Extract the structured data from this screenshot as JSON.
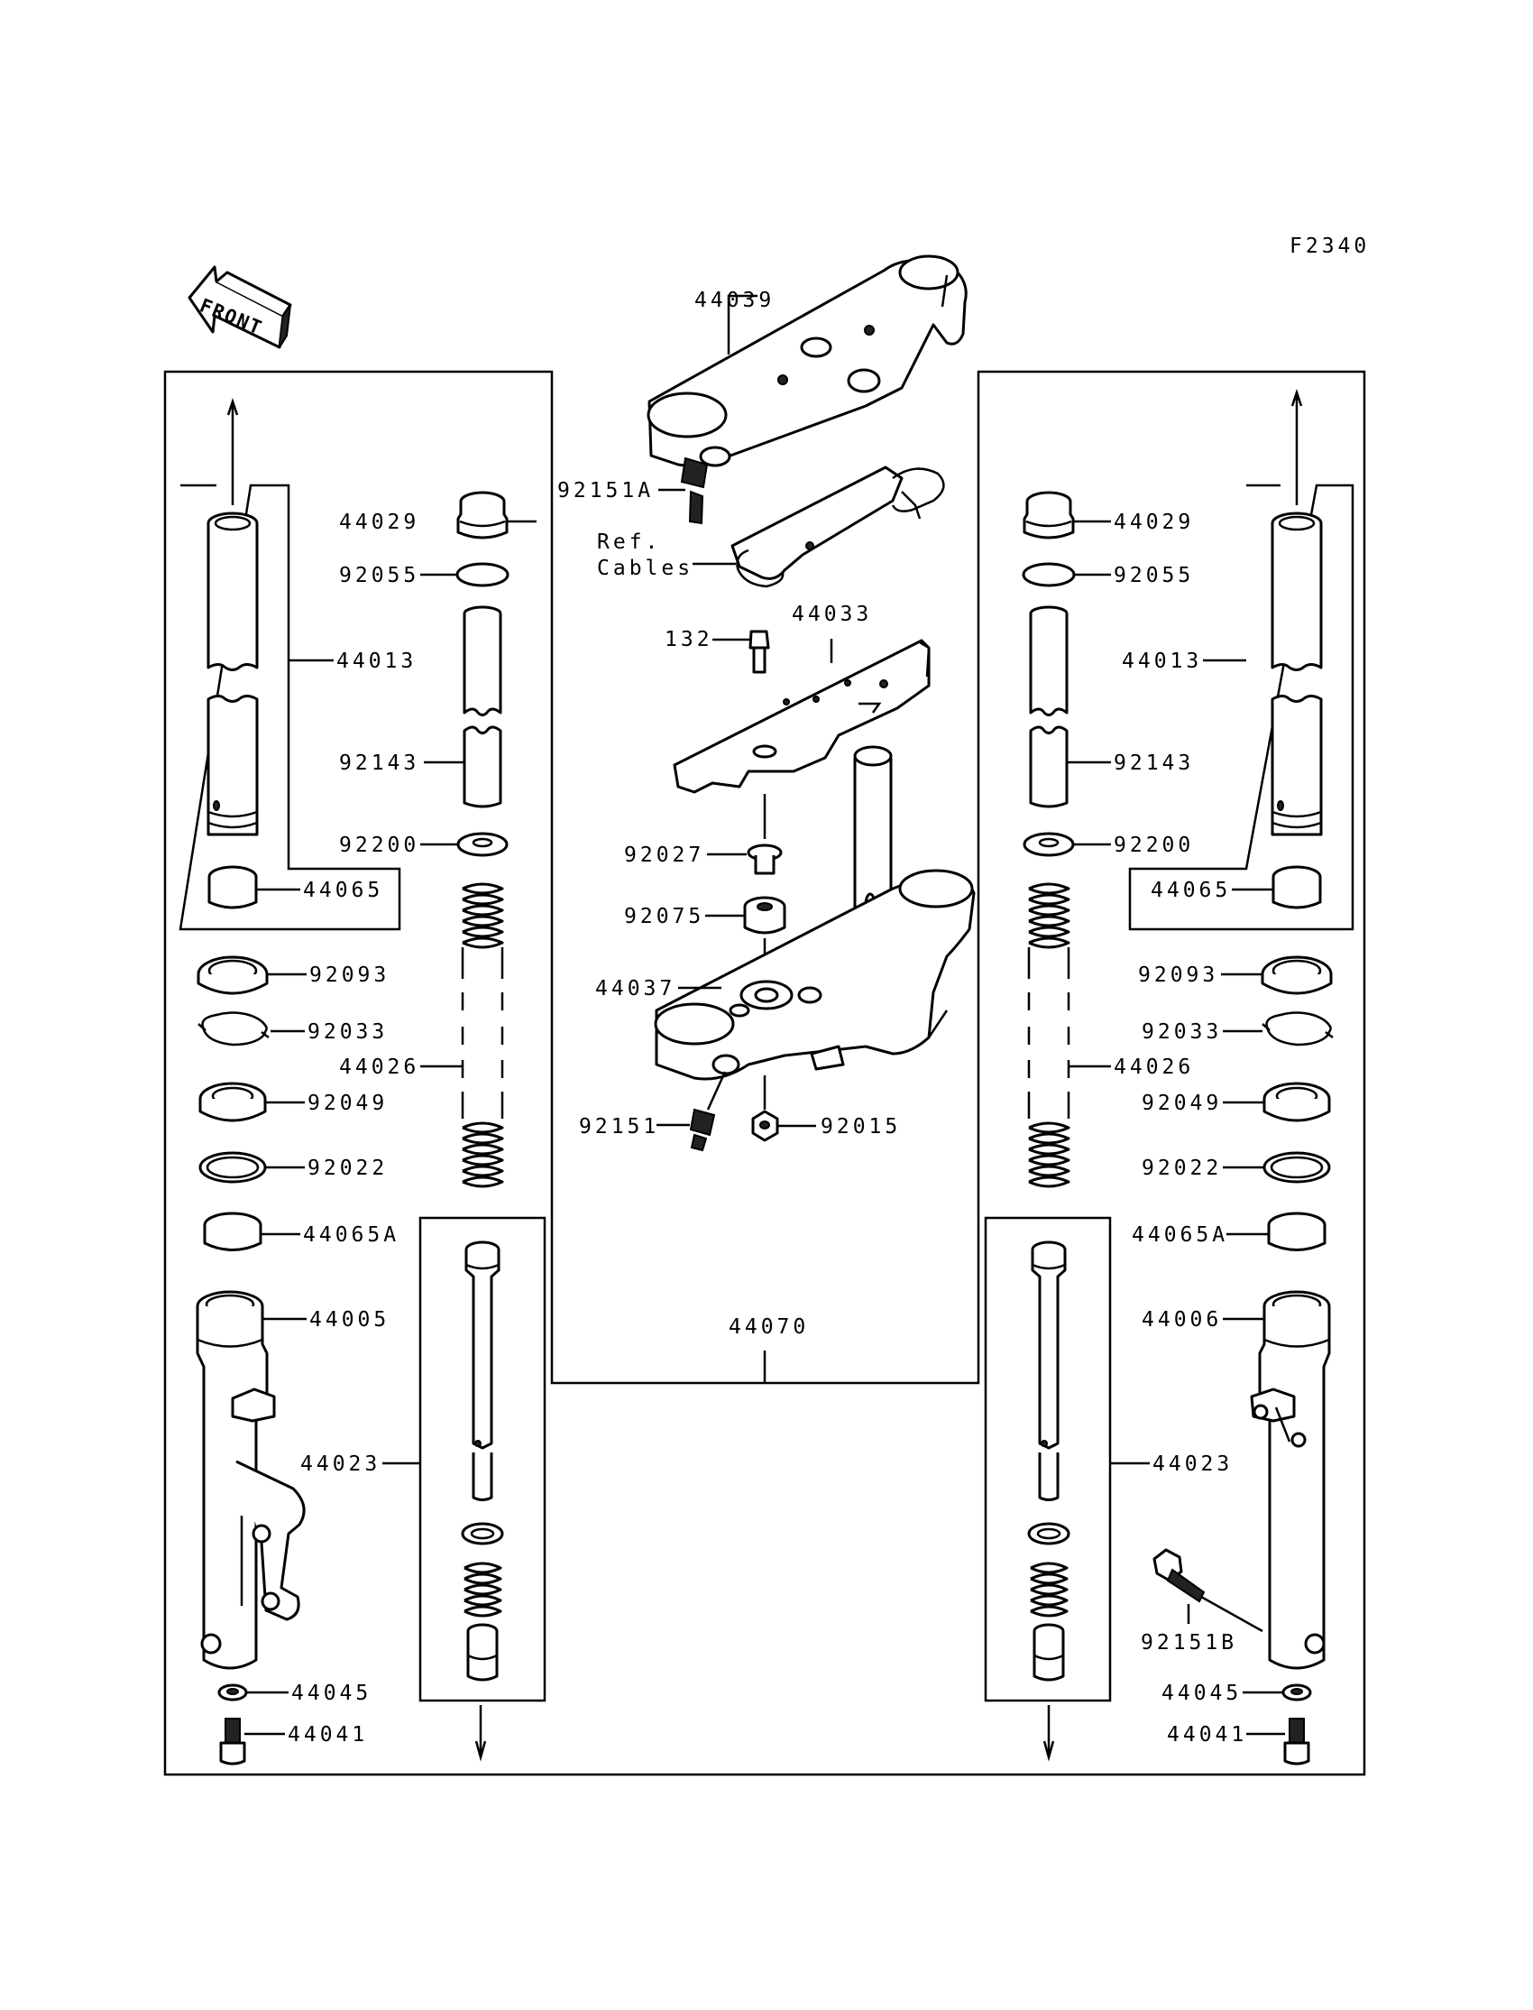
{
  "figure_code": "F2340",
  "front_label": "FRONT",
  "ref_note": [
    "Ref.",
    "Cables"
  ],
  "parts": {
    "p44039": "44039",
    "p92151A": "92151A",
    "p44033": "44033",
    "p132": "132",
    "p92027": "92027",
    "p92075": "92075",
    "p44037": "44037",
    "p92151": "92151",
    "p92015": "92015",
    "p44070": "44070",
    "L44029": "44029",
    "L92055": "92055",
    "L44013": "44013",
    "L92143": "92143",
    "L92200": "92200",
    "L44065": "44065",
    "L92093": "92093",
    "L92033": "92033",
    "L44026": "44026",
    "L92049": "92049",
    "L92022": "92022",
    "L44065A": "44065A",
    "L44005": "44005",
    "L44023": "44023",
    "L44045": "44045",
    "L44041": "44041",
    "R44029": "44029",
    "R92055": "92055",
    "R44013": "44013",
    "R92143": "92143",
    "R92200": "92200",
    "R44065": "44065",
    "R92093": "92093",
    "R92033": "92033",
    "R44026": "44026",
    "R92049": "92049",
    "R92022": "92022",
    "R44065A": "44065A",
    "R44006": "44006",
    "R44023": "44023",
    "R92151B": "92151B",
    "R44045": "44045",
    "R44041": "44041"
  }
}
